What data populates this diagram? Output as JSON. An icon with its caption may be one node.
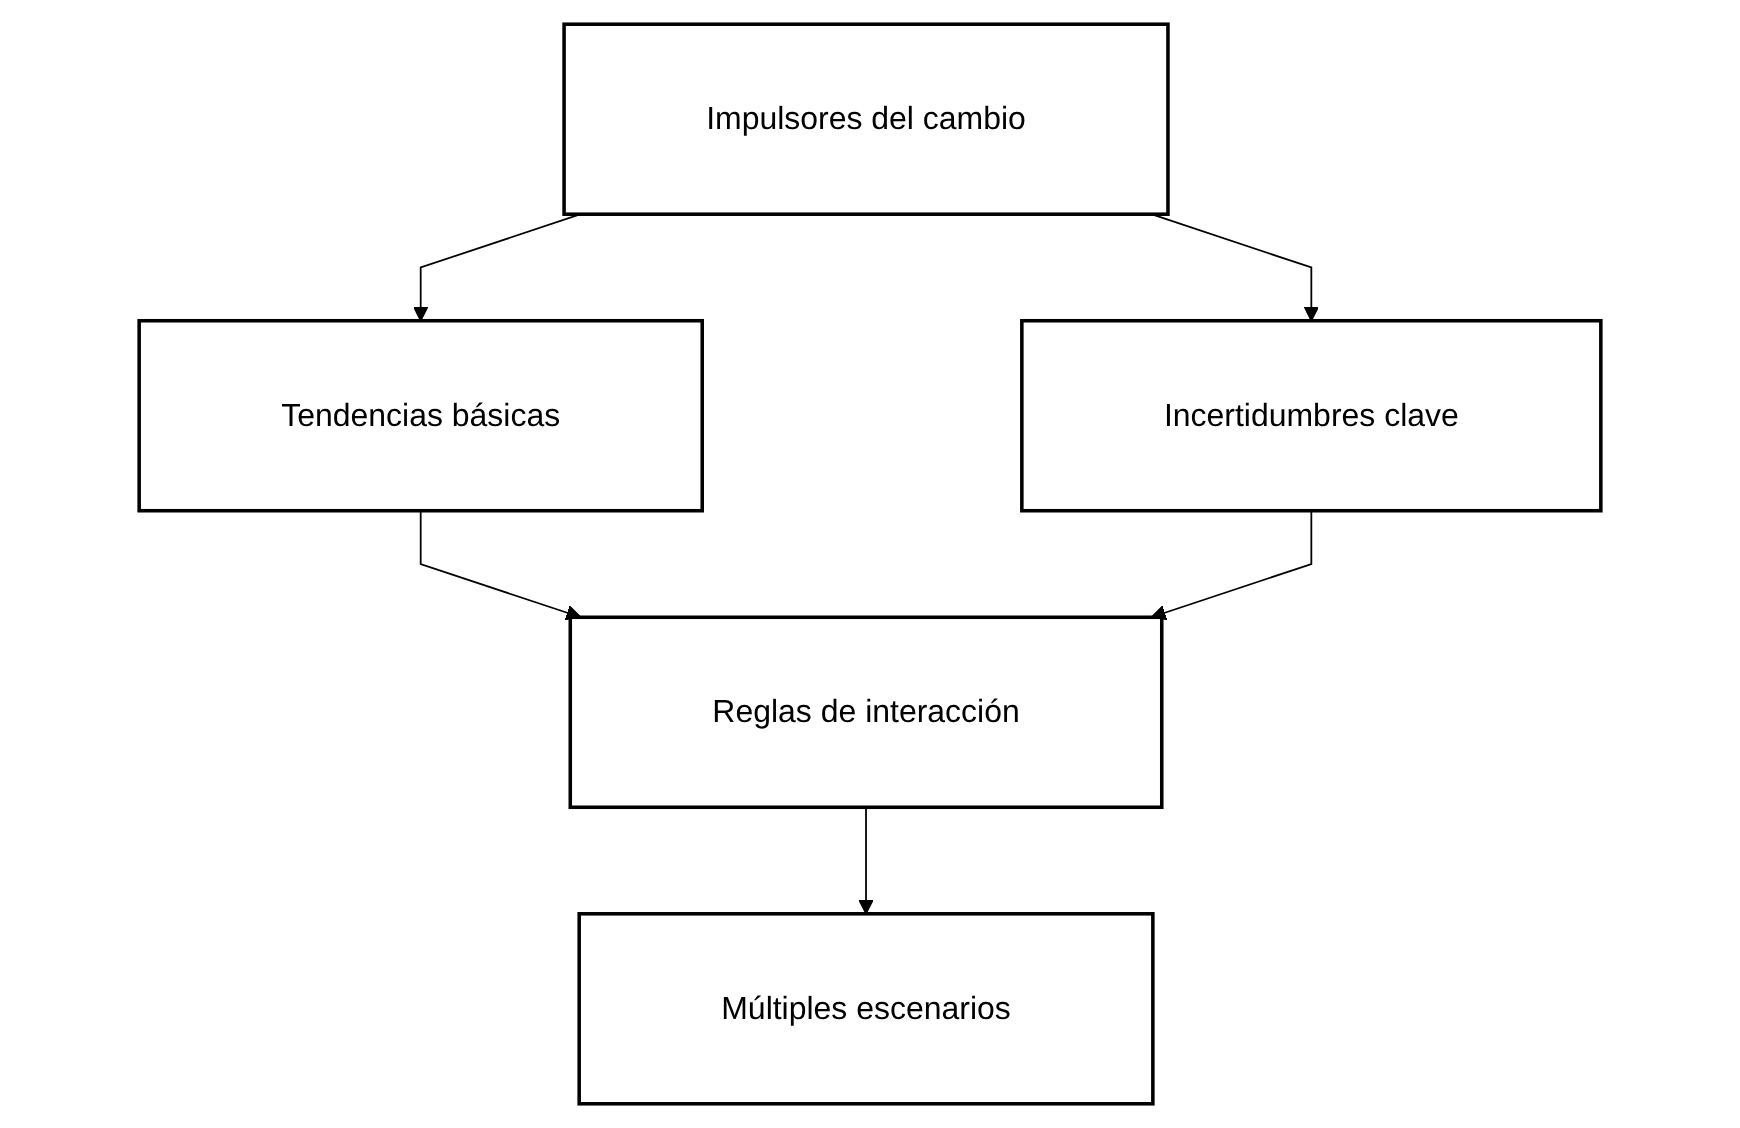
{
  "diagram": {
    "nodes": [
      {
        "text": [
          "Impulsores del cambio"
        ]
      },
      {
        "text": [
          "Tendencias básicas"
        ]
      },
      {
        "text": [
          "Incertidumbres clave"
        ]
      },
      {
        "text": [
          "Reglas de interacción"
        ]
      },
      {
        "text": [
          "Múltiples escenarios"
        ]
      }
    ],
    "edges": [
      {
        "from": 0,
        "to": 1,
        "arrow": "to"
      },
      {
        "from": 0,
        "to": 2,
        "arrow": "to"
      },
      {
        "from": 1,
        "to": 3,
        "arrow": "to"
      },
      {
        "from": 2,
        "to": 3,
        "arrow": "to"
      },
      {
        "from": 3,
        "to": 4,
        "arrow": "to"
      }
    ]
  }
}
